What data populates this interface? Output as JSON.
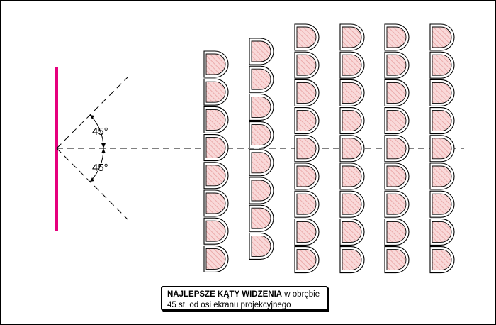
{
  "diagram": {
    "angle_upper_label": "45°",
    "angle_lower_label": "45°",
    "caption": {
      "line1_bold": "NAJLEPSZE KĄTY WIDZENIA",
      "line1_rest": " w obrębie",
      "line2": "45 st. od osi ekranu projekcyjnego"
    },
    "colors": {
      "screen": "#e6007e",
      "seat_fill": "#f9d9d9",
      "seat_hatch": "#e8a0a0",
      "seat_outline": "#000000",
      "lines": "#000000"
    },
    "seat_columns": [
      8,
      8,
      9,
      9,
      9,
      9
    ]
  }
}
